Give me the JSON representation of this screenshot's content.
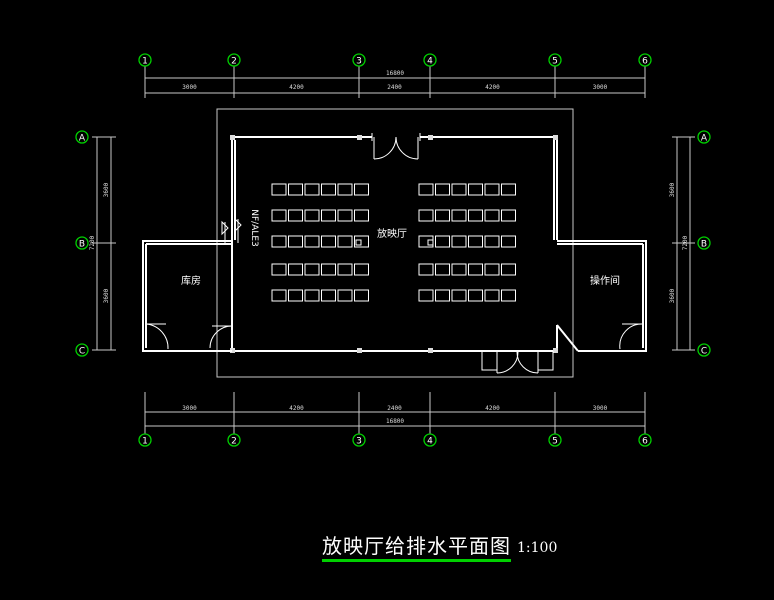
{
  "drawing": {
    "title": "放映厅给排水平面图",
    "scale": "1:100",
    "rooms": {
      "hall": "放映厅",
      "storage": "库房",
      "operation": "操作间"
    },
    "riser_label": "NF/ALE3",
    "grid_columns": [
      "1",
      "2",
      "3",
      "4",
      "5",
      "6"
    ],
    "grid_rows": [
      "A",
      "B",
      "C"
    ],
    "dims_horizontal": [
      "3000",
      "4200",
      "2400",
      "4200",
      "3000"
    ],
    "dim_total_horizontal": "16800",
    "dims_vertical": [
      "3600",
      "3600"
    ],
    "dim_total_vertical": "7200"
  },
  "colors": {
    "background": "#000000",
    "grid_bubble": "#00d000",
    "wall": "#ffffff",
    "dim_line": "#c8c8c8",
    "title_underline": "#00d000"
  }
}
